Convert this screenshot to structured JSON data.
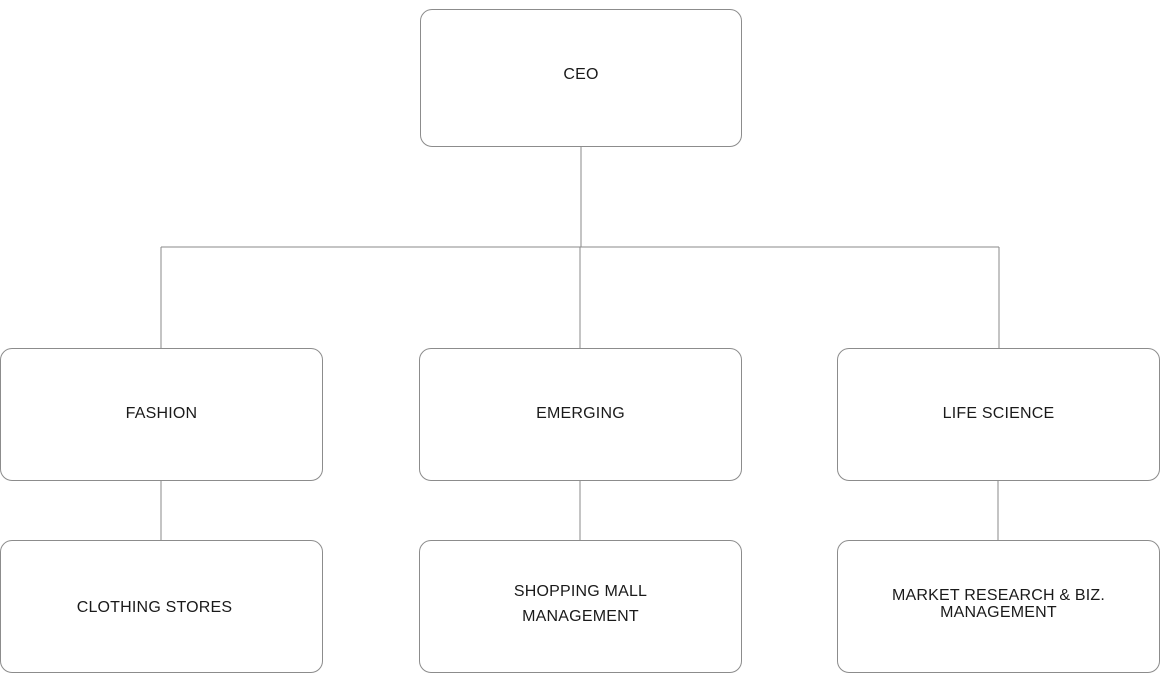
{
  "chart": {
    "root": {
      "label": "CEO"
    },
    "divisions": [
      {
        "label": "FASHION",
        "unit": {
          "label": "CLOTHING STORES"
        }
      },
      {
        "label": "EMERGING",
        "unit": {
          "label_line1": "SHOPPING MALL",
          "label_line2": "MANAGEMENT"
        }
      },
      {
        "label": "LIFE SCIENCE",
        "unit": {
          "label_line1": "MARKET RESEARCH & BIZ.",
          "label_line2": "MANAGEMENT"
        }
      }
    ]
  },
  "colors": {
    "box_border": "#8c8c8c",
    "connector": "#8a8a8a",
    "text": "#1a1a1a",
    "background": "#ffffff"
  }
}
